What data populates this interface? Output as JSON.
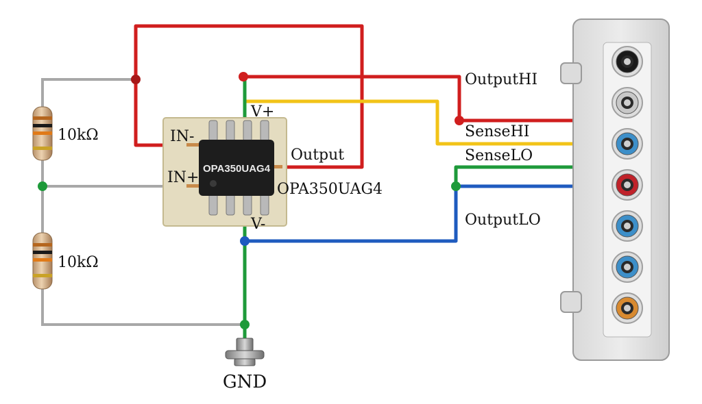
{
  "labels": {
    "opamp_part": "OPA350UAG4",
    "chip_marking": "OPA350UAG4",
    "in_minus": "IN-",
    "in_plus": "IN+",
    "v_plus": "V+",
    "v_minus": "V-",
    "output": "Output",
    "resistor_top": "10kΩ",
    "resistor_bottom": "10kΩ",
    "gnd": "GND",
    "output_hi": "OutputHI",
    "sense_hi": "SenseHI",
    "sense_lo": "SenseLO",
    "output_lo": "OutputLO"
  },
  "wire_colors": {
    "red": "#d01e1e",
    "yellow": "#f2c318",
    "green": "#1e9a3a",
    "blue": "#1f5bbf",
    "gray": "#a8a8a8"
  },
  "connector_jacks": [
    {
      "color": "#1a1a1a",
      "icon": "black-jack-icon"
    },
    {
      "color": "#c8c8c8",
      "icon": "white-jack-icon"
    },
    {
      "color": "#3d8fc9",
      "icon": "blue-jack-icon"
    },
    {
      "color": "#c0222a",
      "icon": "red-jack-icon"
    },
    {
      "color": "#3d8fc9",
      "icon": "blue-jack-icon"
    },
    {
      "color": "#3d8fc9",
      "icon": "blue-jack-icon"
    },
    {
      "color": "#d88a30",
      "icon": "orange-jack-icon"
    }
  ]
}
